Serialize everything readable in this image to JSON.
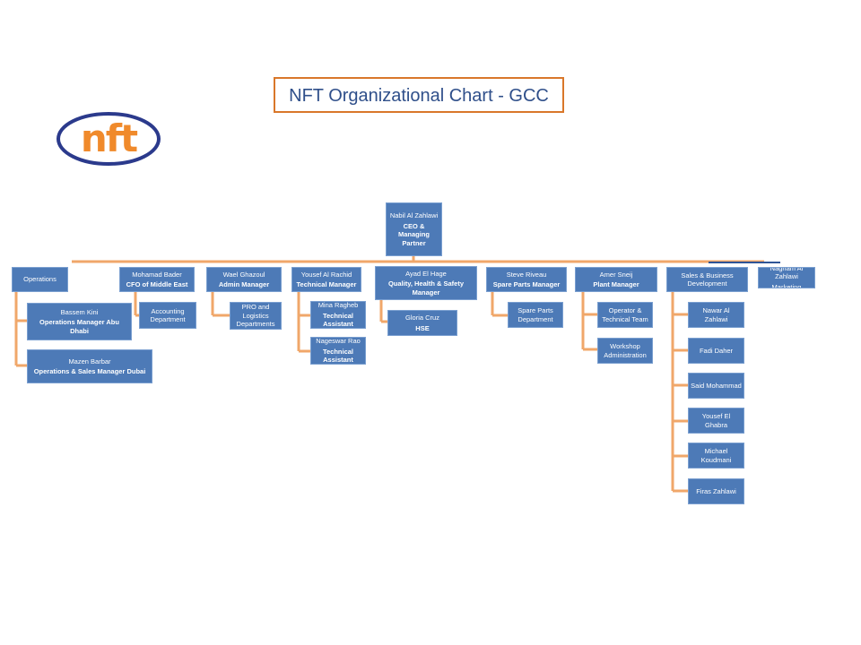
{
  "title": "NFT Organizational Chart - GCC",
  "logo": {
    "text": "nft",
    "color": "#f08a2b",
    "ring_color": "#2b3a8c"
  },
  "colors": {
    "box": "#4d7ab7",
    "connector": "#f0a76a",
    "title_border": "#d9772a"
  },
  "ceo": {
    "name": "Nabil Al Zahlawi",
    "role": "CEO & Managing Partner"
  },
  "departments": [
    {
      "name": "Operations",
      "role": ""
    },
    {
      "name": "Mohamad Bader",
      "role": "CFO of Middle East"
    },
    {
      "name": "Wael Ghazoul",
      "role": "Admin Manager"
    },
    {
      "name": "Yousef Al Rachid",
      "role": "Technical Manager"
    },
    {
      "name": "Ayad El Hage",
      "role": "Quality, Health & Safety Manager"
    },
    {
      "name": "Steve Riveau",
      "role": "Spare Parts Manager"
    },
    {
      "name": "Amer Sneij",
      "role": "Plant Manager"
    },
    {
      "name": "Sales & Business Development",
      "role": ""
    },
    {
      "name": "Nagham Al Zahlawi",
      "role": "Marketing"
    }
  ],
  "subordinates": [
    {
      "name": "Bassem Kini",
      "role": "Operations Manager Abu Dhabi"
    },
    {
      "name": "Mazen Barbar",
      "role": "Operations & Sales Manager Dubai"
    },
    {
      "name": "Accounting Department",
      "role": ""
    },
    {
      "name": "PRO and Logistics Departments",
      "role": ""
    },
    {
      "name": "Mina Ragheb",
      "role": "Technical Assistant"
    },
    {
      "name": "Nageswar Rao",
      "role": "Technical Assistant"
    },
    {
      "name": "Gloria Cruz",
      "role": "HSE"
    },
    {
      "name": "Spare Parts Department",
      "role": ""
    },
    {
      "name": "Operator & Technical Team",
      "role": ""
    },
    {
      "name": "Workshop Administration",
      "role": ""
    },
    {
      "name": "Nawar Al Zahlawi",
      "role": ""
    },
    {
      "name": "Fadi Daher",
      "role": ""
    },
    {
      "name": "Said Mohammad",
      "role": ""
    },
    {
      "name": "Yousef El Ghabra",
      "role": ""
    },
    {
      "name": "Michael Koudmani",
      "role": ""
    },
    {
      "name": "Firas Zahlawi",
      "role": ""
    }
  ]
}
